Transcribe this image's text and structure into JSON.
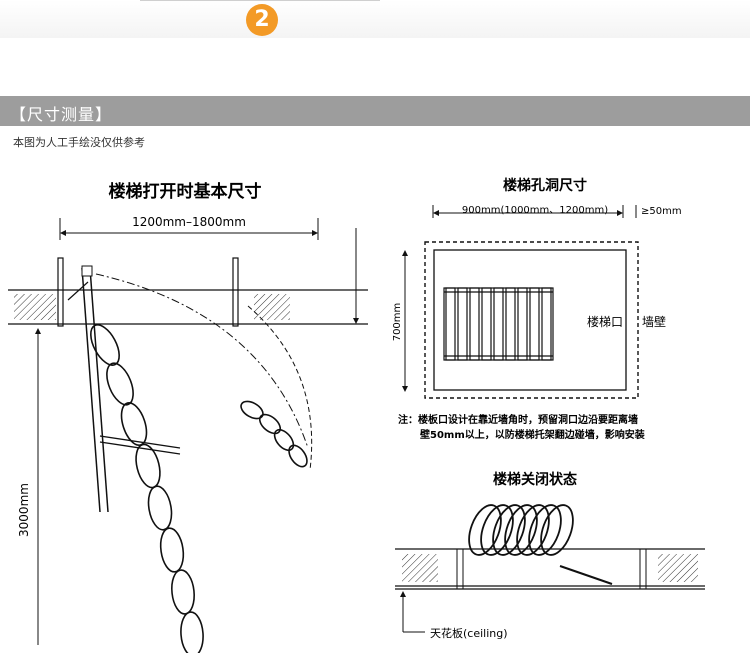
{
  "step_number": "2",
  "section": {
    "title": "【尺寸测量】",
    "note": "本图为人工手绘没仅供参考"
  },
  "open_diagram": {
    "title": "楼梯打开时基本尺寸",
    "width_dim": "1200mm–1800mm",
    "height_dim": "3000mm"
  },
  "hole_diagram": {
    "title": "楼梯孔洞尺寸",
    "width_dim": "900mm(1000mm、1200mm)",
    "gap_dim": "≥50mm",
    "height_dim": "700mm",
    "opening_label": "楼梯口",
    "wall_label": "墙壁",
    "note_line1": "注：楼板口设计在靠近墙角时，预留洞口边沿要距离墙",
    "note_line2": "壁50mm以上，以防楼梯托架翻边碰墙，影响安装"
  },
  "closed_diagram": {
    "title": "楼梯关闭状态",
    "ceiling_label": "天花板(ceiling)"
  }
}
